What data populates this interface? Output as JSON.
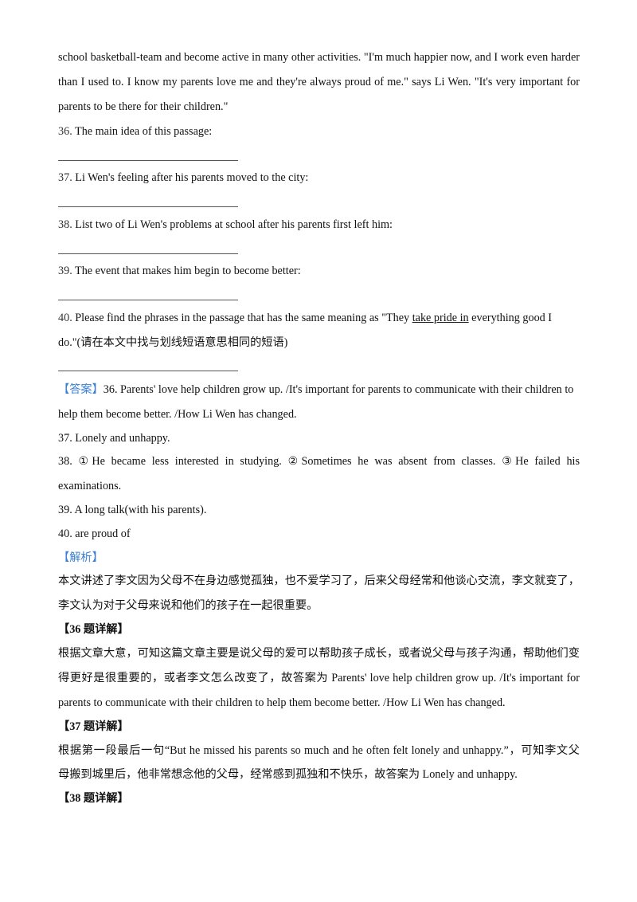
{
  "passage_tail": [
    "school basketball-team and become active in many other activities. \"I'm much happier now, and I work even harder",
    "than I used to. I know my parents love me and they're always proud of me.\" says Li Wen. \"It's very important for",
    "parents to be there for their children.\""
  ],
  "questions": [
    {
      "num": "36.",
      "text": "The main idea of this passage:"
    },
    {
      "num": "37.",
      "text": "Li Wen's feeling after his parents moved to the city:"
    },
    {
      "num": "38.",
      "text": "List two of Li Wen's problems at school after his parents first left him:"
    },
    {
      "num": "39.",
      "text": "The event that makes him begin to become better:"
    },
    {
      "num": "40.",
      "text_before": "Please find the phrases in the passage that has the same meaning as \"They ",
      "underlined": "take pride in",
      "text_after": " everything good I",
      "line2": "do.\"(请在本文中找与划线短语意思相同的短语)"
    }
  ],
  "answer": {
    "tag": "【答案】",
    "a36_num": "36.",
    "a36_line1": "Parents' love help children grow up. /It's important for parents to communicate with their children to",
    "a36_line2": "help them become better. /How Li Wen has changed.",
    "a37": "37. Lonely and unhappy.",
    "a38_line1": "38. ①He became less interested in studying. ②Sometimes he was absent from classes. ③He failed his",
    "a38_line2": "examinations.",
    "a39": "39. A long talk(with his parents).",
    "a40": "40. are proud of"
  },
  "analysis": {
    "tag": "【解析】",
    "summary_line1": "本文讲述了李文因为父母不在身边感觉孤独，也不爱学习了，后来父母经常和他谈心交流，李文就变了，",
    "summary_line2": "李文认为对于父母来说和他们的孩子在一起很重要。",
    "q36_head": "【36 题详解】",
    "q36_line1": "根据文章大意，可知这篇文章主要是说父母的爱可以帮助孩子成长，或者说父母与孩子沟通，帮助他们变",
    "q36_line2": "得更好是很重要的，或者李文怎么改变了，故答案为 Parents' love help children grow up. /It's important for",
    "q36_line3": "parents to communicate with their children to help them become better. /How Li Wen has changed.",
    "q37_head": "【37 题详解】",
    "q37_line1": "根据第一段最后一句“But he missed his parents so much and he often felt lonely and unhappy.”，可知李文父",
    "q37_line2": "母搬到城里后，他非常想念他的父母，经常感到孤独和不快乐，故答案为 Lonely and unhappy.",
    "q38_head": "【38 题详解】"
  }
}
